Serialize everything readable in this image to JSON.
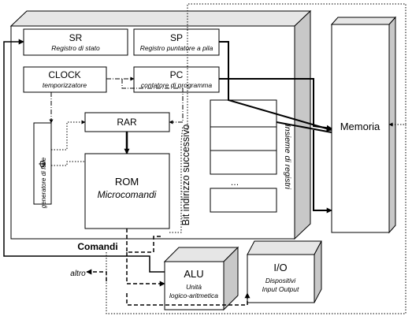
{
  "blocks": {
    "sr": {
      "title": "SR",
      "subtitle": "Registro di stato"
    },
    "sp": {
      "title": "SP",
      "subtitle": "Registro puntatore a pila"
    },
    "clock": {
      "title": "CLOCK",
      "subtitle": "temporizzatore"
    },
    "pc": {
      "title": "PC",
      "subtitle": "contatore di programma"
    },
    "rar": {
      "title": "RAR"
    },
    "phase": {
      "symbol": "Φ",
      "subtitle": "generatore di fase"
    },
    "rom": {
      "title": "ROM",
      "subtitle": "Microcomandi"
    },
    "register_set": {
      "label": "Insieme di registri",
      "ellipsis": "…"
    },
    "memoria": {
      "title": "Memoria"
    },
    "alu": {
      "title": "ALU",
      "subtitle_line1": "Unità",
      "subtitle_line2": "logico-aritmetica"
    },
    "io": {
      "title": "I/O",
      "subtitle_line1": "Dispositivi",
      "subtitle_line2": "Input Output"
    }
  },
  "labels": {
    "bit_indirizzo": "Bit indirizzo successivo",
    "comandi": "Comandi",
    "altro": "altro"
  }
}
